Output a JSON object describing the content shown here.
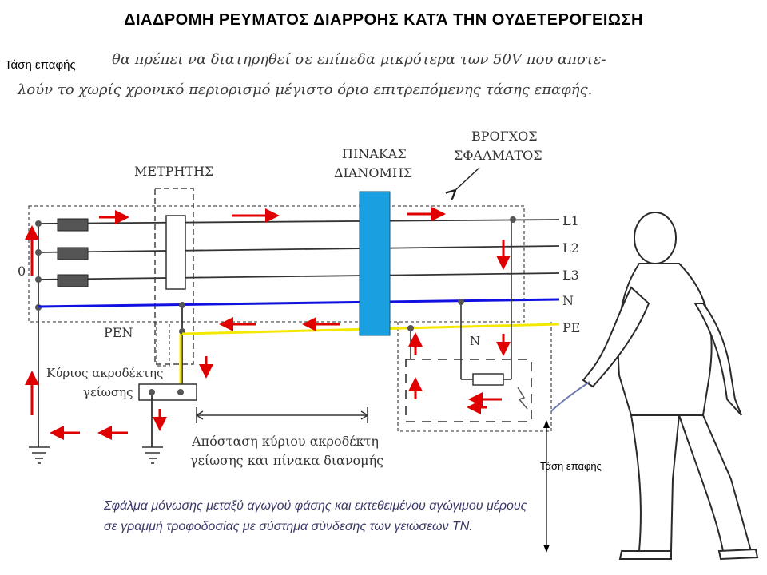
{
  "title": "ΔΙΑΔΡΟΜΗ ΡΕΥΜΑΤΟΣ ΔΙΑΡΡΟΗΣ ΚΑΤΆ ΤΗΝ ΟΥΔΕΤΕΡΟΓΕΙΩΣΗ",
  "intro": {
    "label": "Τάση επαφής",
    "line1": "θα πρέπει να διατηρηθεί σε επίπεδα μικρότερα των 50V που αποτε-",
    "line2": "λούν το χωρίς χρονικό περιορισμό μέγιστο όριο επιτρεπόμενης τάσης επαφής."
  },
  "labels": {
    "meter": "ΜΕΤΡΗΤΗΣ",
    "panel_line1": "ΠΙΝΑΚΑΣ",
    "panel_line2": "ΔΙΑΝΟΜΗΣ",
    "loop_line1": "ΒΡΟΓΧΟΣ",
    "loop_line2": "ΣΦΑΛΜΑΤΟΣ",
    "l1": "L1",
    "l2": "L2",
    "l3": "L3",
    "n": "N",
    "pe": "PE",
    "zero": "0",
    "pen": "PEN",
    "n_inner": "N",
    "main_terminal_line1": "Κύριος ακροδέκτης",
    "main_terminal_line2": "γείωσης",
    "distance_line1": "Απόσταση κύριου ακροδέκτη",
    "distance_line2": "γείωσης και πίνακα διανομής",
    "contact_voltage": "Τάση επαφής"
  },
  "caption": {
    "line1": "Σφάλμα μόνωσης μεταξύ αγωγού φάσης και εκτεθειμένου αγώγιμου μέρους",
    "line2": "σε γραμμή τροφοδοσίας με σύστημα σύνδεσης των γειώσεων TN."
  },
  "colors": {
    "neutral_wire": "#1010e0",
    "pe_wire": "#f5e800",
    "arrow": "#e00000",
    "panel": "#1aa0e0",
    "line": "#333333"
  }
}
